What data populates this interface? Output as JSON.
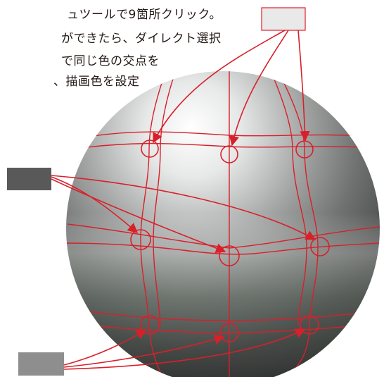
{
  "instructions": {
    "lines": [
      "ュツールで9箇所クリック。",
      "ができたら、ダイレクト選択",
      "で同じ色の交点を",
      "、描画色を設定"
    ]
  },
  "swatches": {
    "top": {
      "color": "#e9e9ea",
      "border": "#e0202a"
    },
    "middle": {
      "color": "#595959"
    },
    "bottom": {
      "color": "#8e8e8e"
    }
  },
  "colors": {
    "accent": "#d8202a",
    "sphere_highlight": "#ffffff",
    "sphere_mid": "#8f9190",
    "sphere_dark": "#3b3d3c",
    "sphere_green": "#5f6a5f"
  }
}
